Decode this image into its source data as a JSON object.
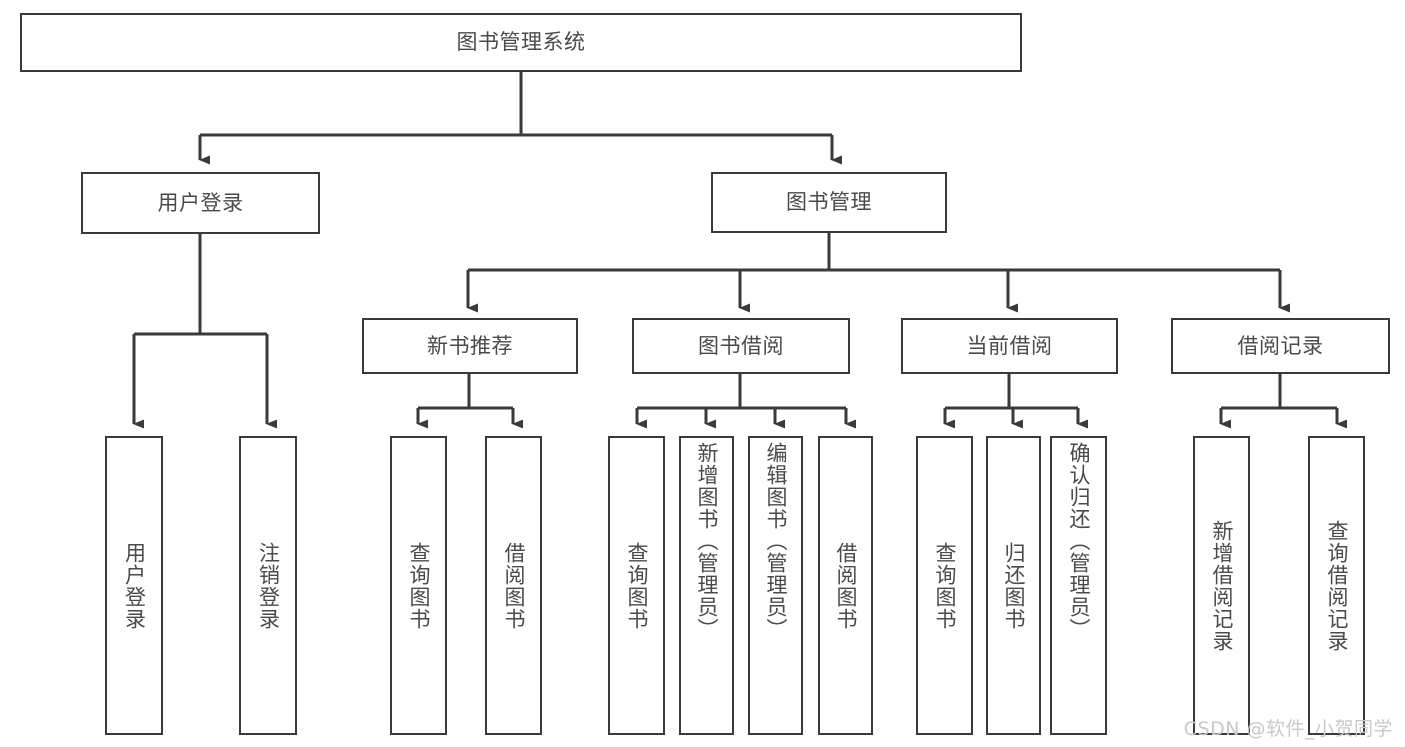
{
  "diagram": {
    "type": "hierarchy-tree",
    "title": "图书管理系统",
    "watermark": "CSDN @软件_小贺同学",
    "colors": {
      "box_border": "#3a3a3a",
      "box_fill": "#ffffff",
      "text": "#4a4a4a",
      "connector": "#3a3a3a",
      "watermark": "#c9c9c9",
      "background": "#ffffff"
    },
    "levels": {
      "root": {
        "label": "图书管理系统"
      },
      "level1": [
        {
          "label": "用户登录"
        },
        {
          "label": "图书管理"
        }
      ],
      "level2": [
        {
          "label": "新书推荐"
        },
        {
          "label": "图书借阅"
        },
        {
          "label": "当前借阅"
        },
        {
          "label": "借阅记录"
        }
      ],
      "leaves": {
        "user_login": [
          {
            "label": "用户登录"
          },
          {
            "label": "注销登录"
          }
        ],
        "new_book_recommend": [
          {
            "label": "查询图书"
          },
          {
            "label": "借阅图书"
          }
        ],
        "book_borrow": [
          {
            "label": "查询图书"
          },
          {
            "label": "新增图书（管理员）"
          },
          {
            "label": "编辑图书（管理员）"
          },
          {
            "label": "借阅图书"
          }
        ],
        "current_borrow": [
          {
            "label": "查询图书"
          },
          {
            "label": "归还图书"
          },
          {
            "label": "确认归还（管理员）"
          }
        ],
        "borrow_record": [
          {
            "label": "新增借阅记录"
          },
          {
            "label": "查询借阅记录"
          }
        ]
      }
    }
  }
}
